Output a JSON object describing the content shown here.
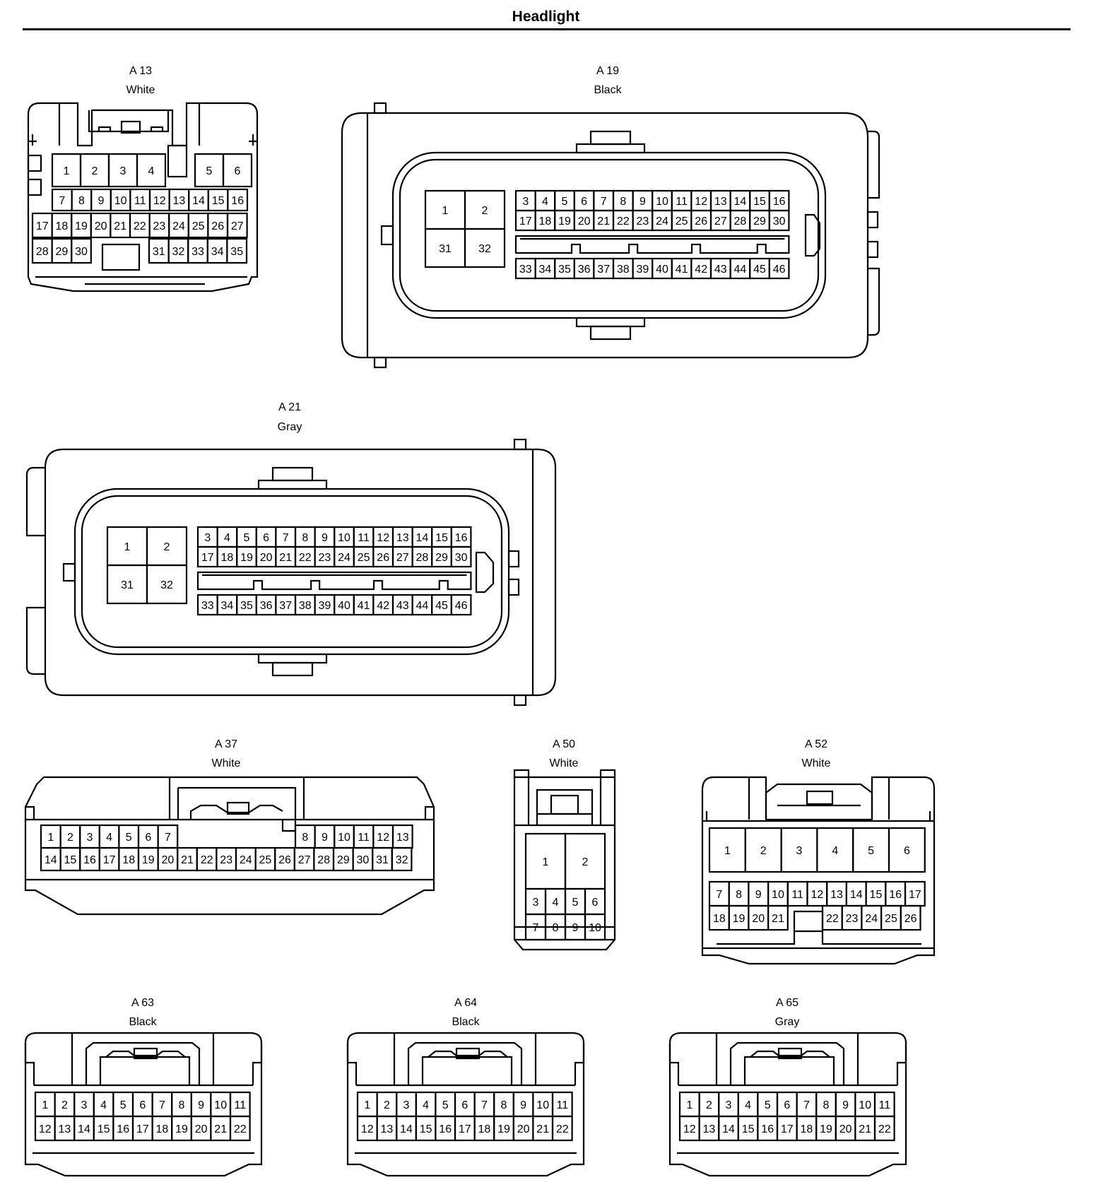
{
  "title": "Headlight",
  "connectors": [
    {
      "id": "A 13",
      "color": "White",
      "rows": [
        [
          "1",
          "2",
          "3",
          "4",
          "",
          "5",
          "6"
        ],
        [
          "7",
          "8",
          "9",
          "10",
          "11",
          "12",
          "13",
          "14",
          "15",
          "16"
        ],
        [
          "17",
          "18",
          "19",
          "20",
          "21",
          "22",
          "23",
          "24",
          "25",
          "26",
          "27"
        ],
        [
          "28",
          "29",
          "30",
          "",
          "31",
          "32",
          "33",
          "34",
          "35"
        ]
      ]
    },
    {
      "id": "A 19",
      "color": "Black",
      "big_pins": [
        "1",
        "2",
        "31",
        "32"
      ],
      "rows": [
        [
          "3",
          "4",
          "5",
          "6",
          "7",
          "8",
          "9",
          "10",
          "11",
          "12",
          "13",
          "14",
          "15",
          "16"
        ],
        [
          "17",
          "18",
          "19",
          "20",
          "21",
          "22",
          "23",
          "24",
          "25",
          "26",
          "27",
          "28",
          "29",
          "30"
        ],
        [
          "33",
          "34",
          "35",
          "36",
          "37",
          "38",
          "39",
          "40",
          "41",
          "42",
          "43",
          "44",
          "45",
          "46"
        ]
      ]
    },
    {
      "id": "A 21",
      "color": "Gray",
      "big_pins": [
        "1",
        "2",
        "31",
        "32"
      ],
      "rows": [
        [
          "3",
          "4",
          "5",
          "6",
          "7",
          "8",
          "9",
          "10",
          "11",
          "12",
          "13",
          "14",
          "15",
          "16"
        ],
        [
          "17",
          "18",
          "19",
          "20",
          "21",
          "22",
          "23",
          "24",
          "25",
          "26",
          "27",
          "28",
          "29",
          "30"
        ],
        [
          "33",
          "34",
          "35",
          "36",
          "37",
          "38",
          "39",
          "40",
          "41",
          "42",
          "43",
          "44",
          "45",
          "46"
        ]
      ]
    },
    {
      "id": "A 37",
      "color": "White",
      "rows": [
        [
          "1",
          "2",
          "3",
          "4",
          "5",
          "6",
          "7",
          "8",
          "9",
          "10",
          "11",
          "12",
          "13"
        ],
        [
          "14",
          "15",
          "16",
          "17",
          "18",
          "19",
          "20",
          "21",
          "22",
          "23",
          "24",
          "25",
          "26",
          "27",
          "28",
          "29",
          "30",
          "31",
          "32"
        ]
      ]
    },
    {
      "id": "A 50",
      "color": "White",
      "rows": [
        [
          "1",
          "2"
        ],
        [
          "3",
          "4",
          "5",
          "6"
        ],
        [
          "7",
          "8",
          "9",
          "10"
        ]
      ]
    },
    {
      "id": "A 52",
      "color": "White",
      "rows": [
        [
          "1",
          "2",
          "3",
          "4",
          "5",
          "6"
        ],
        [
          "7",
          "8",
          "9",
          "10",
          "11",
          "12",
          "13",
          "14",
          "15",
          "16",
          "17"
        ],
        [
          "18",
          "19",
          "20",
          "21",
          "22",
          "23",
          "24",
          "25",
          "26"
        ]
      ]
    },
    {
      "id": "A 63",
      "color": "Black",
      "rows": [
        [
          "1",
          "2",
          "3",
          "4",
          "5",
          "6",
          "7",
          "8",
          "9",
          "10",
          "11"
        ],
        [
          "12",
          "13",
          "14",
          "15",
          "16",
          "17",
          "18",
          "19",
          "20",
          "21",
          "22"
        ]
      ]
    },
    {
      "id": "A 64",
      "color": "Black",
      "rows": [
        [
          "1",
          "2",
          "3",
          "4",
          "5",
          "6",
          "7",
          "8",
          "9",
          "10",
          "11"
        ],
        [
          "12",
          "13",
          "14",
          "15",
          "16",
          "17",
          "18",
          "19",
          "20",
          "21",
          "22"
        ]
      ]
    },
    {
      "id": "A 65",
      "color": "Gray",
      "rows": [
        [
          "1",
          "2",
          "3",
          "4",
          "5",
          "6",
          "7",
          "8",
          "9",
          "10",
          "11"
        ],
        [
          "12",
          "13",
          "14",
          "15",
          "16",
          "17",
          "18",
          "19",
          "20",
          "21",
          "22"
        ]
      ]
    }
  ]
}
